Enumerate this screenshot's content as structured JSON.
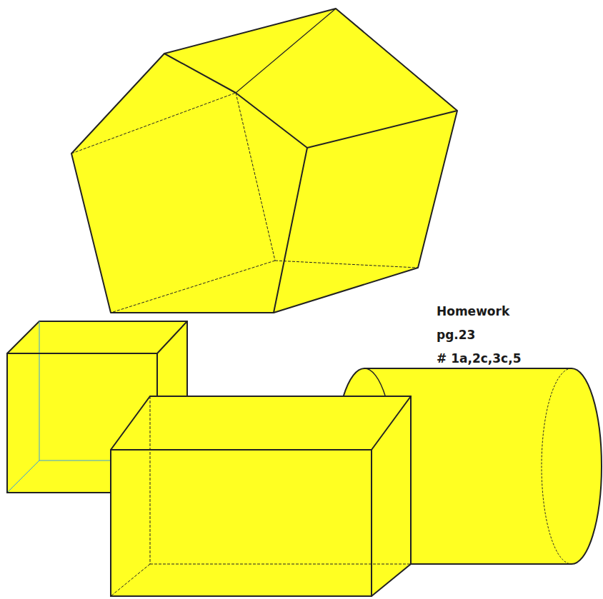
{
  "diagram": {
    "labels": [
      "Homework",
      "pg.23",
      "# 1a,2c,3c,5"
    ]
  }
}
